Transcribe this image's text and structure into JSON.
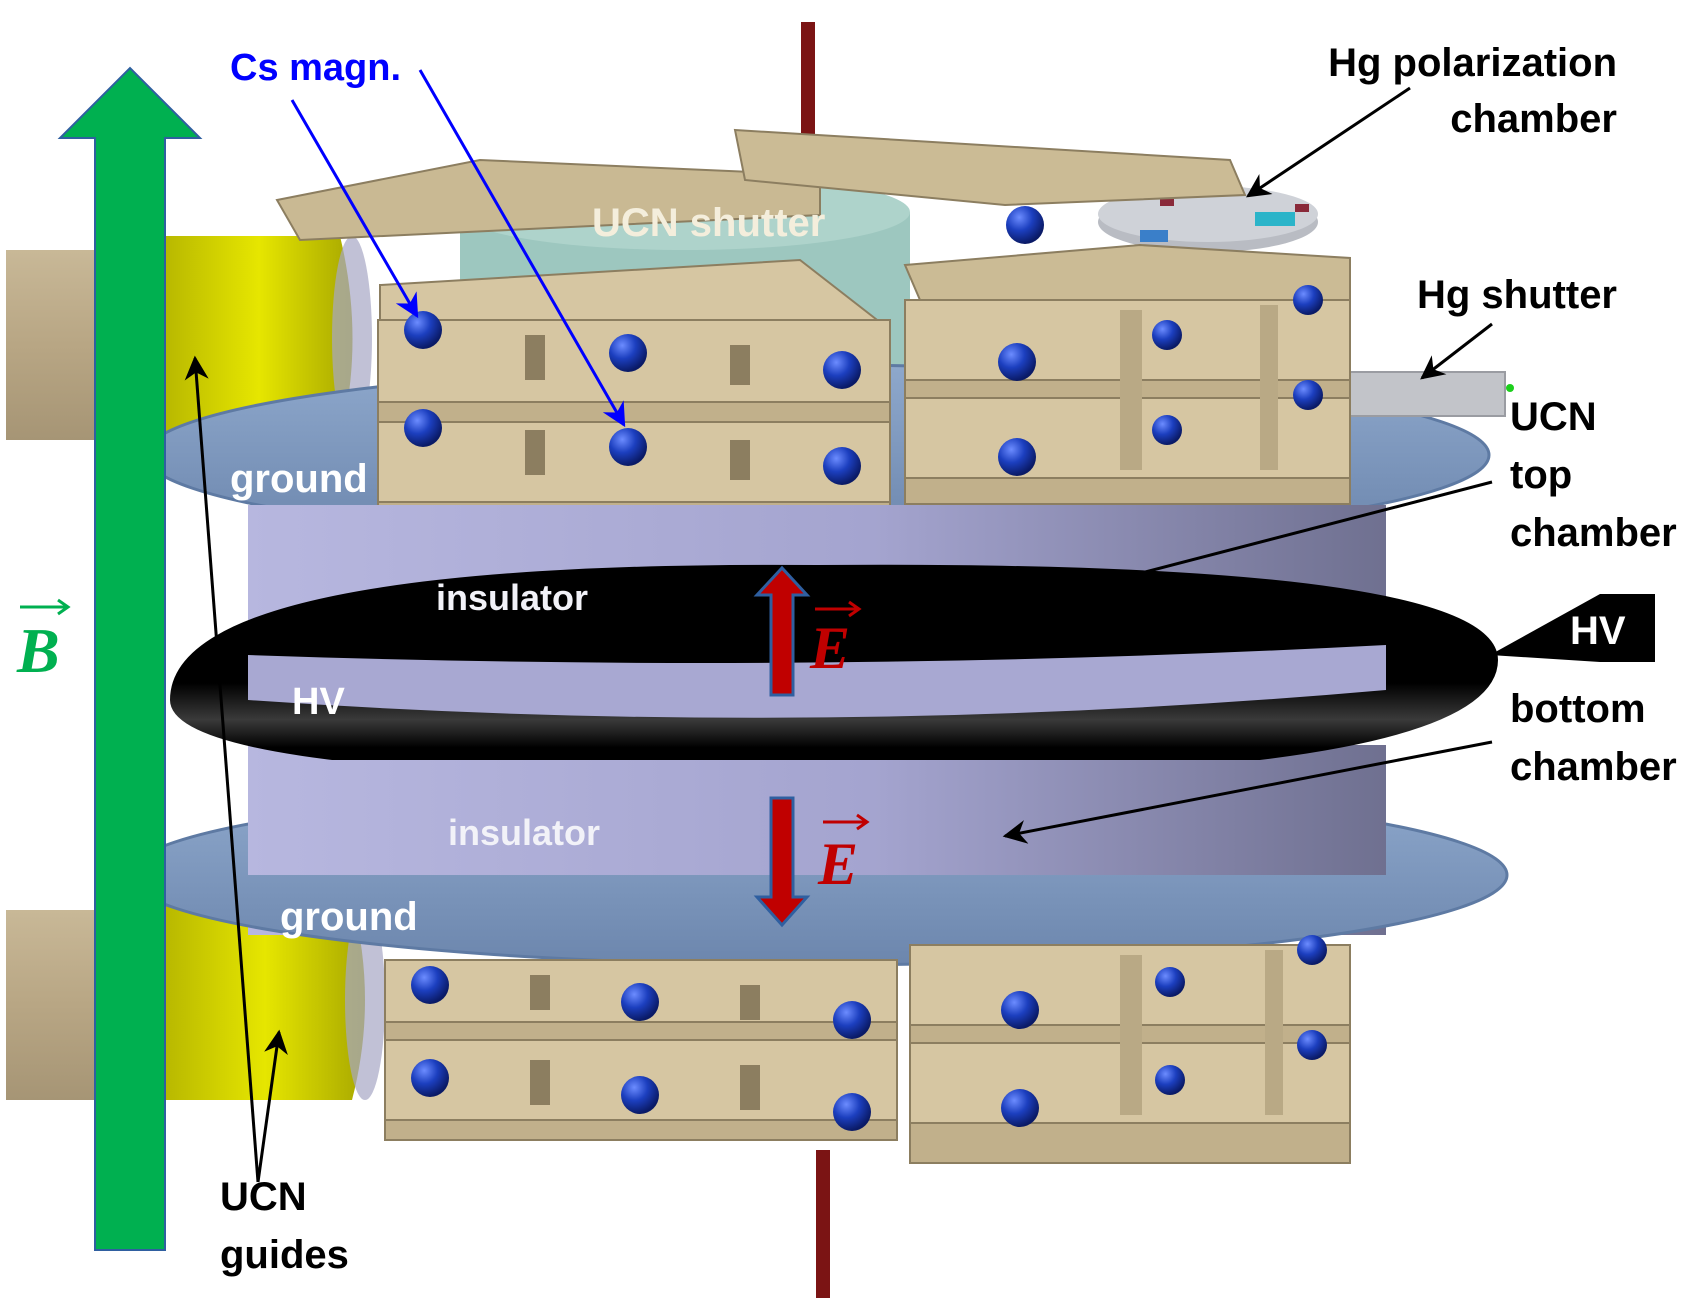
{
  "labels": {
    "cs_magn": "Cs magn.",
    "hg_polarization_line1": "Hg polarization",
    "hg_polarization_line2": "chamber",
    "ucn_shutter": "UCN shutter",
    "hg_shutter": "Hg shutter",
    "ucn": "UCN",
    "top": "top",
    "chamber_top": "chamber",
    "hv_right": "HV",
    "bottom": "bottom",
    "chamber_bottom": "chamber",
    "ground_top": "ground",
    "ground_bottom": "ground",
    "insulator_top": "insulator",
    "insulator_bottom": "insulator",
    "hv_left": "HV",
    "b_field": "B",
    "e_field_top": "E",
    "e_field_bottom": "E",
    "ucn_guides_line1": "UCN",
    "ucn_guides_line2": "guides"
  },
  "colors": {
    "b_arrow": "#00b050",
    "cs_label": "#0000ff",
    "e_label": "#c00000",
    "plate": "#d6c6a2",
    "insulator": "#a8a8d2",
    "electrode": "#7e98bd",
    "hv_ring": "#000000",
    "guide_yellow": "#dcdc00",
    "guide_tan": "#bba886",
    "magnet_sphere": "#1c3fbf",
    "ucn_shutter": "#9fc9c1"
  }
}
